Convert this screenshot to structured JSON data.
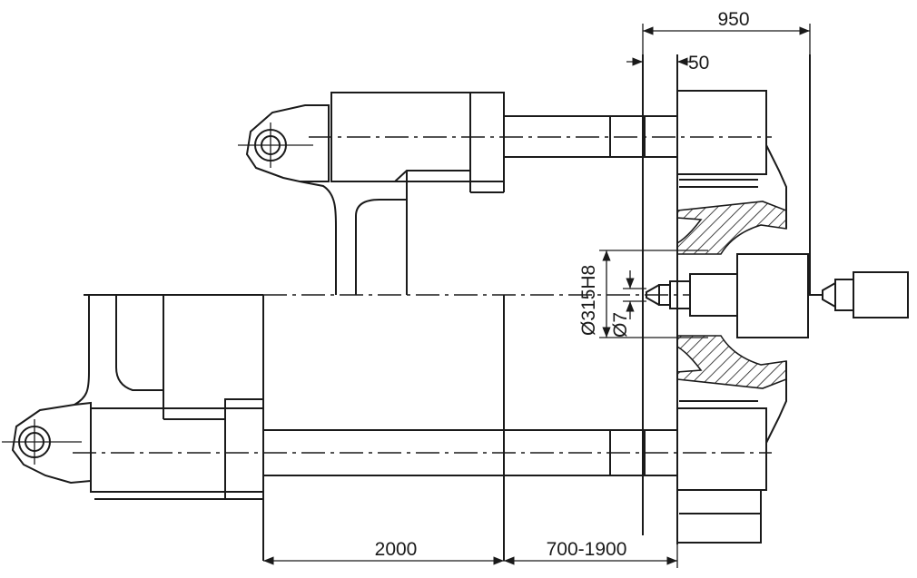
{
  "dimensions": {
    "overall_stroke": "950",
    "offset": "50",
    "bore": "Ø315H8",
    "nozzle": "Ø7",
    "base_length": "2000",
    "opening_range": "700-1900"
  },
  "colors": {
    "line": "#1a1a1a",
    "background": "#ffffff"
  }
}
